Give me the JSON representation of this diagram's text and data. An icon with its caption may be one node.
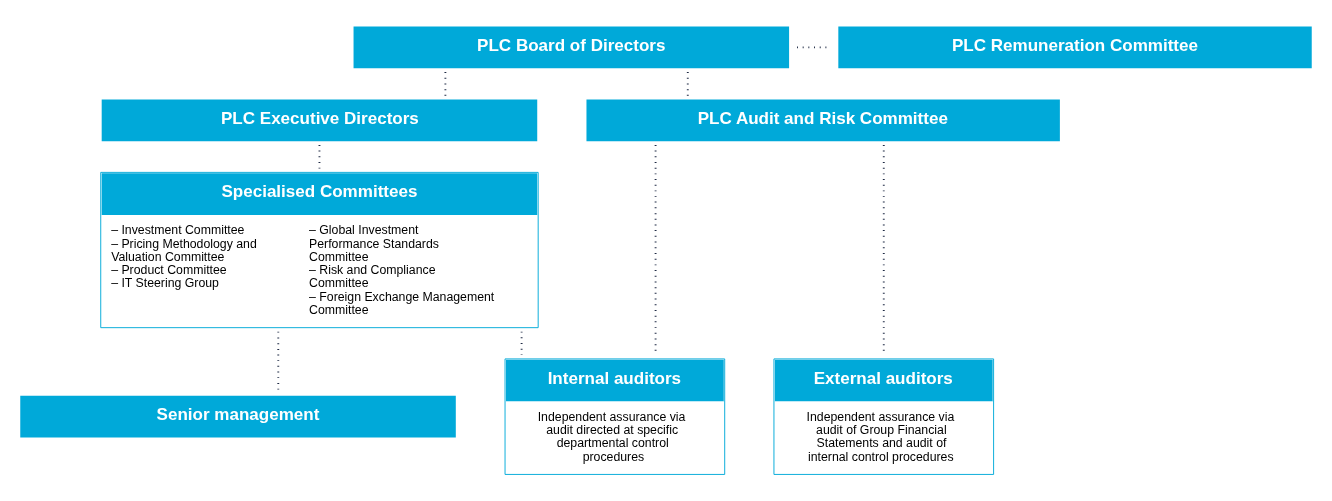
{
  "diagram": {
    "nodes": [
      {
        "text": [
          "PLC Board of Directors"
        ]
      },
      {
        "text": [
          "PLC Executive Directors"
        ]
      },
      {
        "text": [
          "Specialised Committees",
          "– Investment Committee",
          "– Pricing Methodology and Valuation Committee",
          "– Product Committee",
          "– IT Steering Group",
          "– Global Investment Performance Standards Committee",
          "– Risk and Compliance Committee",
          "– Foreign Exchange Management Committee"
        ]
      },
      {
        "text": [
          "Senior management"
        ]
      },
      {
        "text": [
          "PLC Remuneration Committee"
        ]
      },
      {
        "text": [
          "PLC Audit and Risk Committee"
        ]
      },
      {
        "text": [
          "Internal auditors",
          "Independent assurance via audit directed at specific departmental control procedures"
        ]
      },
      {
        "text": [
          "External auditors",
          "Independent assurance via audit of Group Financial Statements and audit of internal control procedures"
        ]
      }
    ],
    "edges": [
      {
        "from": 0,
        "to": 1,
        "arrow": "none"
      },
      {
        "from": 1,
        "to": 2,
        "arrow": "none"
      },
      {
        "from": 2,
        "to": 3,
        "arrow": "none"
      },
      {
        "from": 0,
        "to": 4,
        "arrow": "none"
      },
      {
        "from": 0,
        "to": 5,
        "arrow": "none"
      },
      {
        "from": 5,
        "to": 6,
        "arrow": "none"
      },
      {
        "from": 5,
        "to": 7,
        "arrow": "none"
      },
      {
        "from": 2,
        "to": 6,
        "arrow": "none"
      }
    ]
  }
}
